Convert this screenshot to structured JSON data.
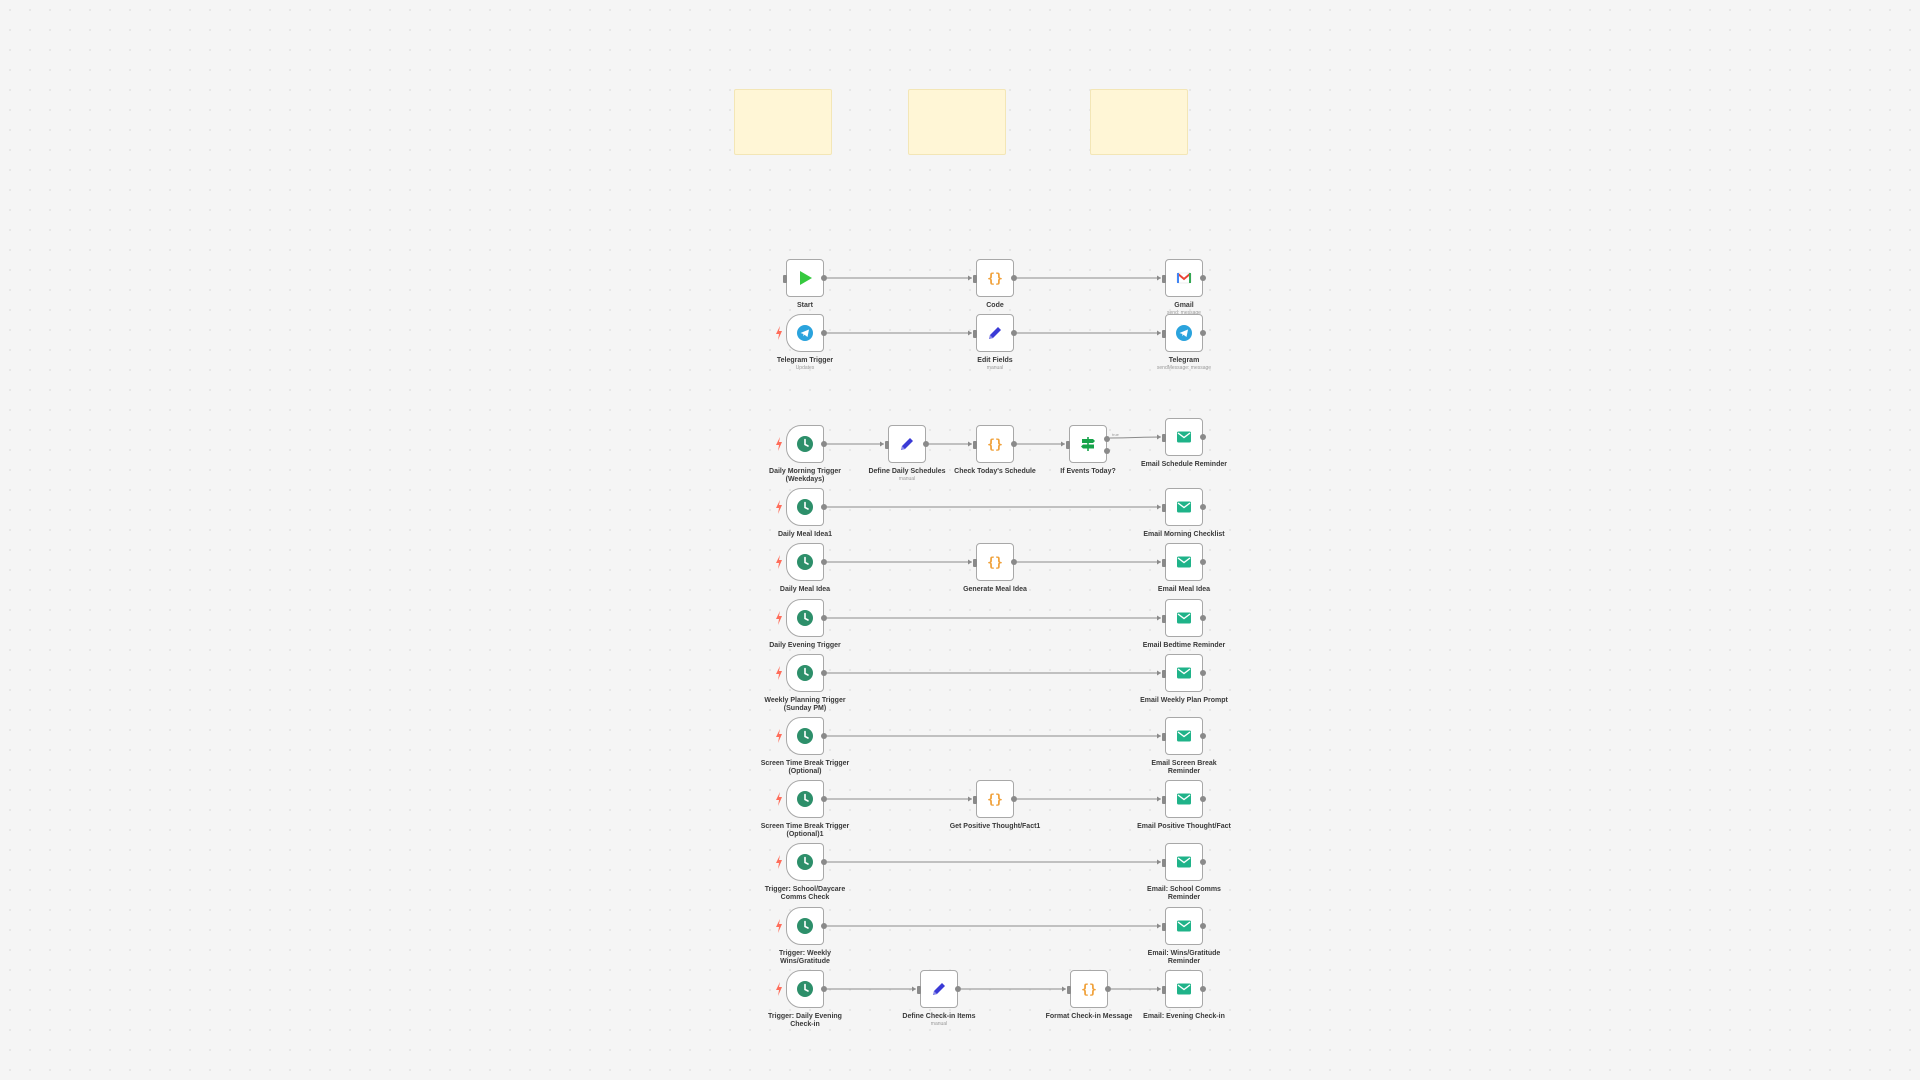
{
  "canvas": {
    "sticky_notes": [
      {},
      {},
      {}
    ],
    "nodes": [
      {
        "name": "Start",
        "sub": "",
        "kind": "play",
        "trigger": false
      },
      {
        "name": "Code",
        "sub": "",
        "kind": "code",
        "trigger": false
      },
      {
        "name": "Gmail",
        "sub": "send: message",
        "kind": "gmail",
        "trigger": false
      },
      {
        "name": "Telegram Trigger",
        "sub": "Updates",
        "kind": "telegram",
        "trigger": true
      },
      {
        "name": "Edit Fields",
        "sub": "manual",
        "kind": "edit",
        "trigger": false
      },
      {
        "name": "Telegram",
        "sub": "sendMessage: message",
        "kind": "telegram",
        "trigger": false
      },
      {
        "name": "Daily Morning Trigger (Weekdays)",
        "sub": "",
        "kind": "clock",
        "trigger": true
      },
      {
        "name": "Define Daily Schedules",
        "sub": "manual",
        "kind": "edit",
        "trigger": false
      },
      {
        "name": "Check Today's Schedule",
        "sub": "",
        "kind": "code",
        "trigger": false
      },
      {
        "name": "If Events Today?",
        "sub": "",
        "kind": "if",
        "trigger": false
      },
      {
        "name": "Email Schedule Reminder",
        "sub": "",
        "kind": "email",
        "trigger": false
      },
      {
        "name": "Daily Meal Idea1",
        "sub": "",
        "kind": "clock",
        "trigger": true
      },
      {
        "name": "Email Morning Checklist",
        "sub": "",
        "kind": "email",
        "trigger": false
      },
      {
        "name": "Daily Meal Idea",
        "sub": "",
        "kind": "clock",
        "trigger": true
      },
      {
        "name": "Generate Meal Idea",
        "sub": "",
        "kind": "code",
        "trigger": false
      },
      {
        "name": "Email Meal Idea",
        "sub": "",
        "kind": "email",
        "trigger": false
      },
      {
        "name": "Daily Evening Trigger",
        "sub": "",
        "kind": "clock",
        "trigger": true
      },
      {
        "name": "Email Bedtime Reminder",
        "sub": "",
        "kind": "email",
        "trigger": false
      },
      {
        "name": "Weekly Planning Trigger (Sunday PM)",
        "sub": "",
        "kind": "clock",
        "trigger": true
      },
      {
        "name": "Email Weekly Plan Prompt",
        "sub": "",
        "kind": "email",
        "trigger": false
      },
      {
        "name": "Screen Time Break Trigger (Optional)",
        "sub": "",
        "kind": "clock",
        "trigger": true
      },
      {
        "name": "Email Screen Break Reminder",
        "sub": "",
        "kind": "email",
        "trigger": false
      },
      {
        "name": "Screen Time Break Trigger (Optional)1",
        "sub": "",
        "kind": "clock",
        "trigger": true
      },
      {
        "name": "Get Positive Thought/Fact1",
        "sub": "",
        "kind": "code",
        "trigger": false
      },
      {
        "name": "Email Positive Thought/Fact",
        "sub": "",
        "kind": "email",
        "trigger": false
      },
      {
        "name": "Trigger: School/Daycare Comms Check",
        "sub": "",
        "kind": "clock",
        "trigger": true
      },
      {
        "name": "Email: School Comms Reminder",
        "sub": "",
        "kind": "email",
        "trigger": false
      },
      {
        "name": "Trigger: Weekly Wins/Gratitude",
        "sub": "",
        "kind": "clock",
        "trigger": true
      },
      {
        "name": "Email: Wins/Gratitude Reminder",
        "sub": "",
        "kind": "email",
        "trigger": false
      },
      {
        "name": "Trigger: Daily Evening Check-in",
        "sub": "",
        "kind": "clock",
        "trigger": true
      },
      {
        "name": "Define Check-in Items",
        "sub": "manual",
        "kind": "edit",
        "trigger": false
      },
      {
        "name": "Format Check-in Message",
        "sub": "",
        "kind": "code",
        "trigger": false
      },
      {
        "name": "Email: Evening Check-in",
        "sub": "",
        "kind": "email",
        "trigger": false
      }
    ],
    "if_branch_labels": {
      "true": "true",
      "false": "false"
    }
  },
  "colors": {
    "canvas_bg": "#f5f5f5",
    "sticky_bg": "#fff6d6",
    "node_border": "#a8a8a8",
    "edge": "#8a8a8a",
    "trigger_bolt": "#ff6d5a",
    "clock_green": "#2d8f6a",
    "email_green": "#1fb389",
    "code_orange": "#f0a13a",
    "edit_blue": "#3a3ad6",
    "telegram_blue": "#2aa3dd",
    "play_green": "#35c93e"
  }
}
